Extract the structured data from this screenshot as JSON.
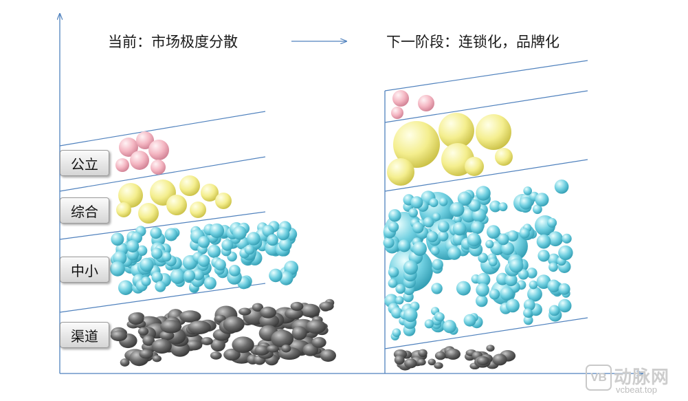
{
  "titles": {
    "current": "当前：市场极度分散",
    "next": "下一阶段：连锁化，品牌化"
  },
  "tiers": [
    "公立",
    "综合",
    "中小",
    "渠道"
  ],
  "watermark": {
    "logo": "VB",
    "name": "动脉网",
    "url": "vcbeat.top"
  },
  "colors": {
    "axis": "#4f81bd",
    "pink": "#f4b6c2",
    "yellow": "#f4ee8e",
    "cyan": "#6fcfe0",
    "gray": "#6b6b6b"
  }
}
